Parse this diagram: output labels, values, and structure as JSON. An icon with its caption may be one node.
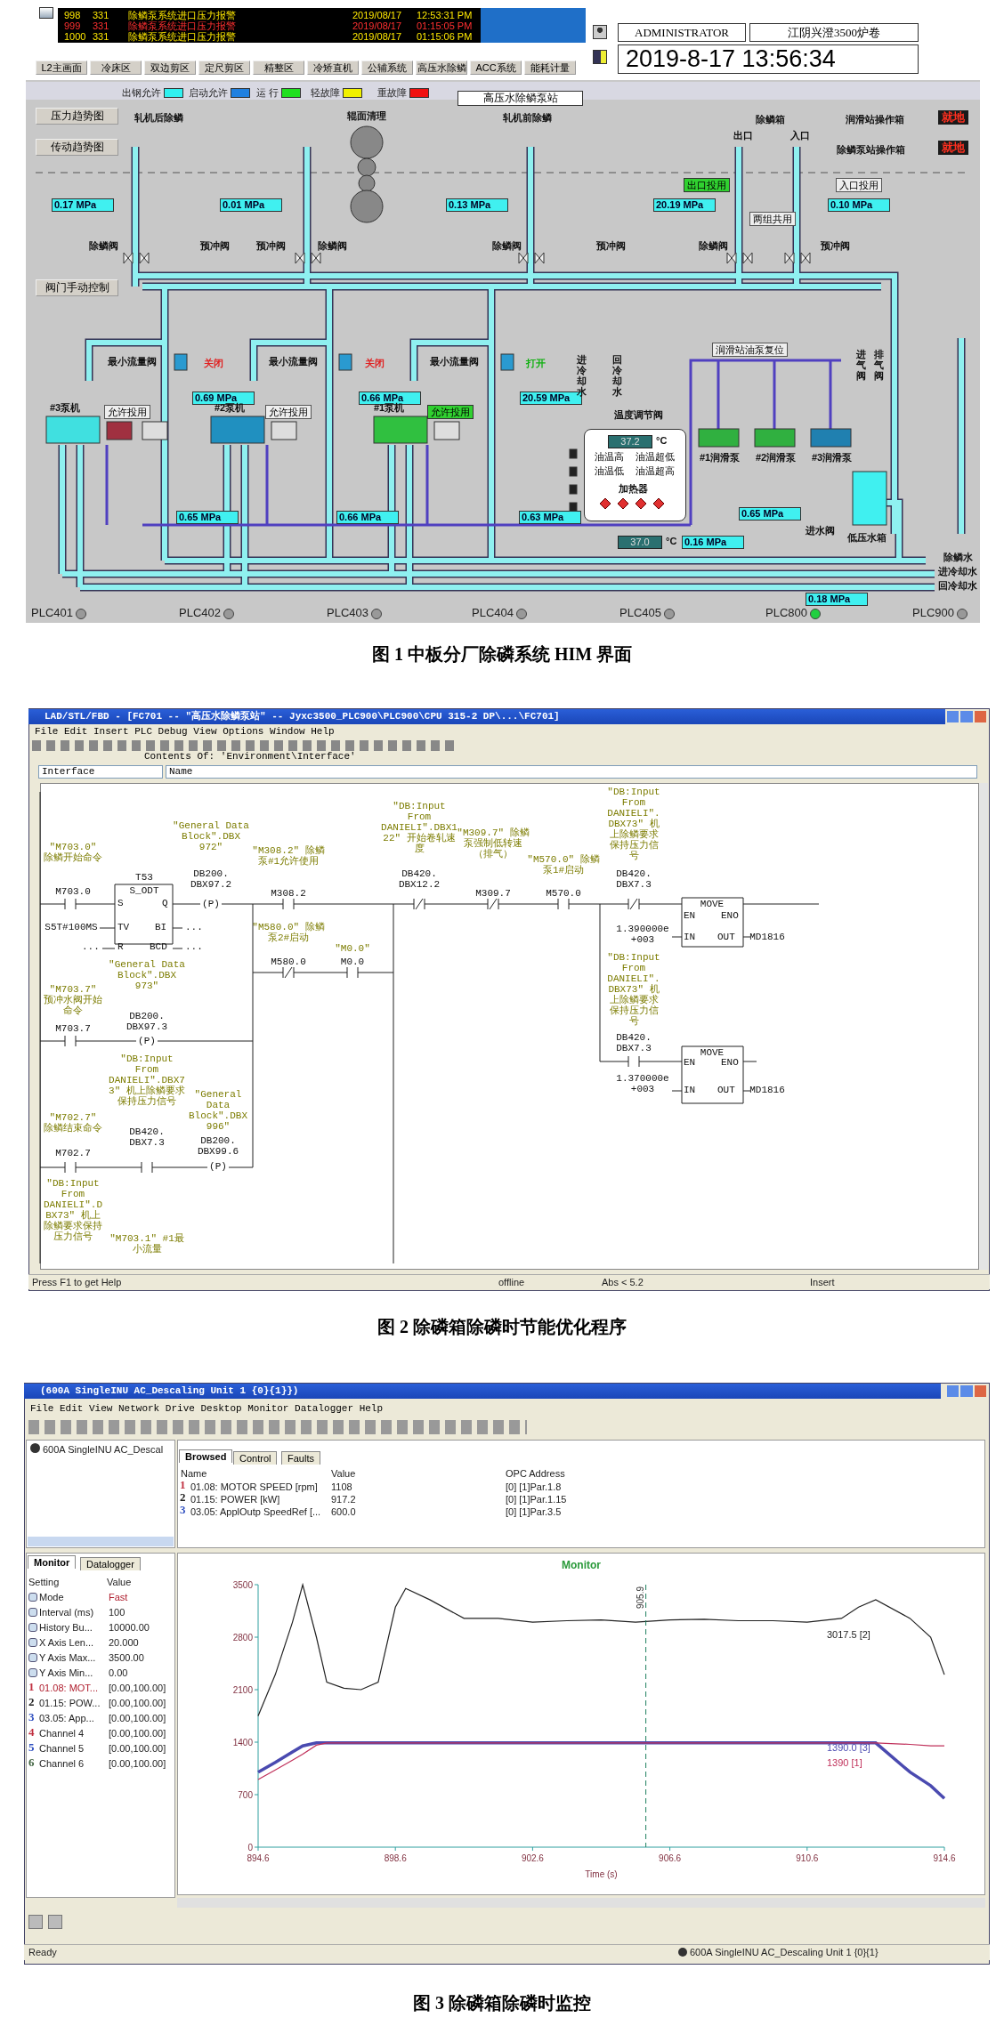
{
  "diagram": {
    "labels": [
      "998",
      "331",
      "除鳞泵系统进口压力报警",
      "2019/08/17",
      "12:53:31 PM",
      "999",
      "331",
      "除鳞泵系统进口压力报警",
      "2019/08/17",
      "01:15:05 PM",
      "1000",
      "331",
      "除鳞泵系统进口压力报警",
      "2019/08/17",
      "01:15:06 PM",
      "L2主画面",
      "冷床区",
      "双边剪区",
      "定尺剪区",
      "精整区",
      "冷矫直机",
      "公辅系统",
      "高压水除鳞",
      "ACC系统",
      "能耗计量",
      "ADMINISTRATOR",
      "江阴兴澄3500炉卷",
      "2019-8-17 13:56:34",
      "高压水除鳞泵站",
      "压力趋势图",
      "传动趋势图",
      "轧机后除鳞",
      "辊面清理",
      "轧机前除鳞",
      "除鳞箱",
      "出口",
      "入口",
      "润滑站操作箱",
      "就地",
      "除鳞泵站操作箱",
      "就地",
      "出口投用",
      "入口投用",
      "0.17 MPa",
      "0.01 MPa",
      "0.13 MPa",
      "20.19 MPa",
      "0.10 MPa",
      "两组共用",
      "除鳞阀",
      "预冲阀",
      "预冲阀",
      "除鳞阀",
      "除鳞阀",
      "预冲阀",
      "除鳞阀",
      "预冲阀",
      "阀门手动控制",
      "最小流量阀",
      "关闭",
      "最小流量阀",
      "关闭",
      "最小流量阀",
      "打开",
      "0.69 MPa",
      "0.66 MPa",
      "20.59 MPa",
      "#3泵机",
      "允许投用",
      "#2泵机",
      "允许投用",
      "#1泵机",
      "允许投用",
      "进冷却水",
      "回冷却水",
      "温度调节阀",
      "润滑站油泵复位",
      "37.2",
      "°C",
      "油温高",
      "油温超低",
      "油温低",
      "油温超高",
      "加热器",
      "#1润滑泵",
      "#2润滑泵",
      "#3润滑泵",
      "进气阀",
      "排气阀",
      "0.65 MPa",
      "0.66 MPa",
      "0.63 MPa",
      "0.65 MPa",
      "进水阀",
      "低压水箱",
      "37.0",
      "°C",
      "0.16 MPa",
      "除鳞水",
      "进冷却水",
      "回冷却水",
      "0.18 MPa",
      "PLC401",
      "PLC402",
      "PLC403",
      "PLC404",
      "PLC405",
      "PLC800",
      "PLC900",
      "图 1 中板分厂除磷系统 HIM 界面",
      "LAD/STL/FBD - [FC701 -- \"高压水除鳞泵站\" -- Jyxc3500_PLC900\\PLC900\\CPU 315-2 DP\\...\\FC701]",
      "File Edit Insert PLC Debug View Options Window Help",
      "Contents Of: 'Environment\\Interface'",
      "Interface",
      "Name",
      "\"M703.0\" 除鳞开始命令",
      "M703.0",
      "T53",
      "S_ODT",
      "S",
      "Q",
      "S5T#100MS",
      "TV",
      "BI",
      "...",
      "...",
      "R",
      "BCD",
      "...",
      "\"General Data Block\".DBX 972\"",
      "DB200. DBX97.2",
      "(P)",
      "\"M308.2\" 除鳞泵#1允许使用",
      "M308.2",
      "\"M580.0\" 除鳞泵2#启动",
      "M580.0",
      "\"M0.0\"",
      "M0.0",
      "\"DB:Input From DANIELI\".DBX122\" 开始卷轧速度",
      "DB420. DBX12.2",
      "\"M309.7\" 除鳞泵强制低转速（排气）",
      "M309.7",
      "\"M570.0\" 除鳞泵1#启动",
      "M570.0",
      "\"DB:Input From DANIELI\".DBX73\" 机上除鳞要求保持压力信号",
      "DB420. DBX7.3",
      "MOVE",
      "EN",
      "ENO",
      "1.390000e+003",
      "IN",
      "OUT",
      "MD1816",
      "\"DB:Input From DANIELI\".DBX73\" 机上除鳞要求保持压力信号",
      "DB420. DBX7.3",
      "MOVE",
      "EN",
      "ENO",
      "1.370000e+003",
      "IN",
      "OUT",
      "MD1816",
      "\"M703.7\" 预冲水阀开始命令",
      "M703.7",
      "\"General Data Block\".DBX 973\"",
      "DB200. DBX97.3",
      "(P)",
      "\"M702.7\" 除鳞结束命令",
      "M702.7",
      "\"DB:Input From DANIELI\".DBX73\" 机上除鳞要求保持压力信号",
      "DB420. DBX7.3",
      "\"General Data Block\".DBX 996\"",
      "DB200. DBX99.6",
      "(P)",
      "\"DB:Input From DANIELI\".DBX73\" 机上除鳞要求保持压力信号",
      "\"M703.1\" #1最小流量",
      "Press F1 to get Help",
      "offline",
      "Abs < 5.2",
      "Insert",
      "图 2 除磷箱除磷时节能优化程序",
      "(600A SingleINU AC_Descaling Unit 1 {0}{1}})",
      "File Edit View Network Drive Desktop Monitor Datalogger Help",
      "600A SingleINU AC_Descal",
      "Browsed",
      "Control",
      "Faults",
      "Name",
      "Value",
      "OPC Address",
      "1",
      "01.08: MOTOR SPEED [rpm]",
      "1108",
      "[0] [1]Par.1.8",
      "2",
      "01.15: POWER [kW]",
      "917.2",
      "[0] [1]Par.1.15",
      "3",
      "03.05: ApplOutp SpeedRef [...",
      "600.0",
      "[0] [1]Par.3.5",
      "Monitor",
      "Datalogger",
      "Setting",
      "Value",
      "Mode",
      "Fast",
      "Interval (ms)",
      "100",
      "History Bu...",
      "10000.00",
      "X Axis Len...",
      "20.000",
      "Y Axis Max...",
      "3500.00",
      "Y Axis Min...",
      "0.00",
      "1",
      "01.08: MOT...",
      "[0.00,100.00]",
      "2",
      "01.15: POW...",
      "[0.00,100.00]",
      "3",
      "03.05: App...",
      "[0.00,100.00]",
      "4",
      "Channel 4",
      "[0.00,100.00]",
      "5",
      "Channel 5",
      "[0.00,100.00]",
      "6",
      "Channel 6",
      "[0.00,100.00]",
      "Ready",
      "600A SingleINU AC_Descaling Unit 1 {0}{1}",
      "图 3 除磷箱除磷时监控"
    ],
    "legend": [
      {
        "text": "出钢允许",
        "color": "#30f0f0"
      },
      {
        "text": "启动允许",
        "color": "#2080e0"
      },
      {
        "text": "运 行",
        "color": "#20e020"
      },
      {
        "text": "轻故障",
        "color": "#f0f000"
      },
      {
        "text": "重故障",
        "color": "#f01010"
      }
    ],
    "chart_data": {
      "type": "line",
      "title": "Monitor",
      "xlabel": "Time (s)",
      "x": [
        894.6,
        895.1,
        895.6,
        895.9,
        896.3,
        896.6,
        897.1,
        897.6,
        898.1,
        898.6,
        898.9,
        899.6,
        900.6,
        901.6,
        902.6,
        903.6,
        904.6,
        905.6,
        906.6,
        907.6,
        908.6,
        909.6,
        910.6,
        911.6,
        912.1,
        912.6,
        913.6,
        914.2,
        914.6
      ],
      "series": [
        {
          "color": "#c0305a",
          "values": [
            900,
            1030,
            1160,
            1240,
            1360,
            1390,
            1390,
            1390,
            1390,
            1390,
            1390,
            1390,
            1390,
            1390,
            1390,
            1390,
            1390,
            1390,
            1390,
            1390,
            1390,
            1390,
            1390,
            1390,
            1390,
            1390,
            1370,
            1350,
            1350
          ]
        },
        {
          "color": "#222222",
          "values": [
            1750,
            2300,
            3000,
            3500,
            2800,
            2200,
            2120,
            2100,
            2200,
            3200,
            3450,
            3300,
            3050,
            3050,
            3000,
            3020,
            3030,
            3000,
            3030,
            3040,
            3020,
            3020,
            3000,
            3050,
            3200,
            3300,
            3050,
            2800,
            2300
          ]
        },
        {
          "color": "#4a4ab0",
          "values": [
            1000,
            1130,
            1270,
            1350,
            1390,
            1390,
            1390,
            1390,
            1390,
            1390,
            1390,
            1390,
            1390,
            1390,
            1390,
            1390,
            1390,
            1390,
            1390,
            1390,
            1390,
            1390,
            1390,
            1390,
            1390,
            1390,
            1000,
            820,
            650
          ]
        }
      ],
      "xlim": [
        894.6,
        914.6
      ],
      "ylim": [
        0,
        3500
      ],
      "xticks": [
        894.6,
        898.6,
        902.6,
        906.6,
        910.6,
        914.6
      ],
      "yticks": [
        0,
        700,
        1400,
        2100,
        2800,
        3500
      ],
      "ref_lines": [
        {
          "axis": "x",
          "value": 905.9,
          "label": "905.9"
        }
      ],
      "annotations": [
        "3017.5 [2]",
        "1390.0 [3]",
        "1390 [1]"
      ]
    }
  }
}
